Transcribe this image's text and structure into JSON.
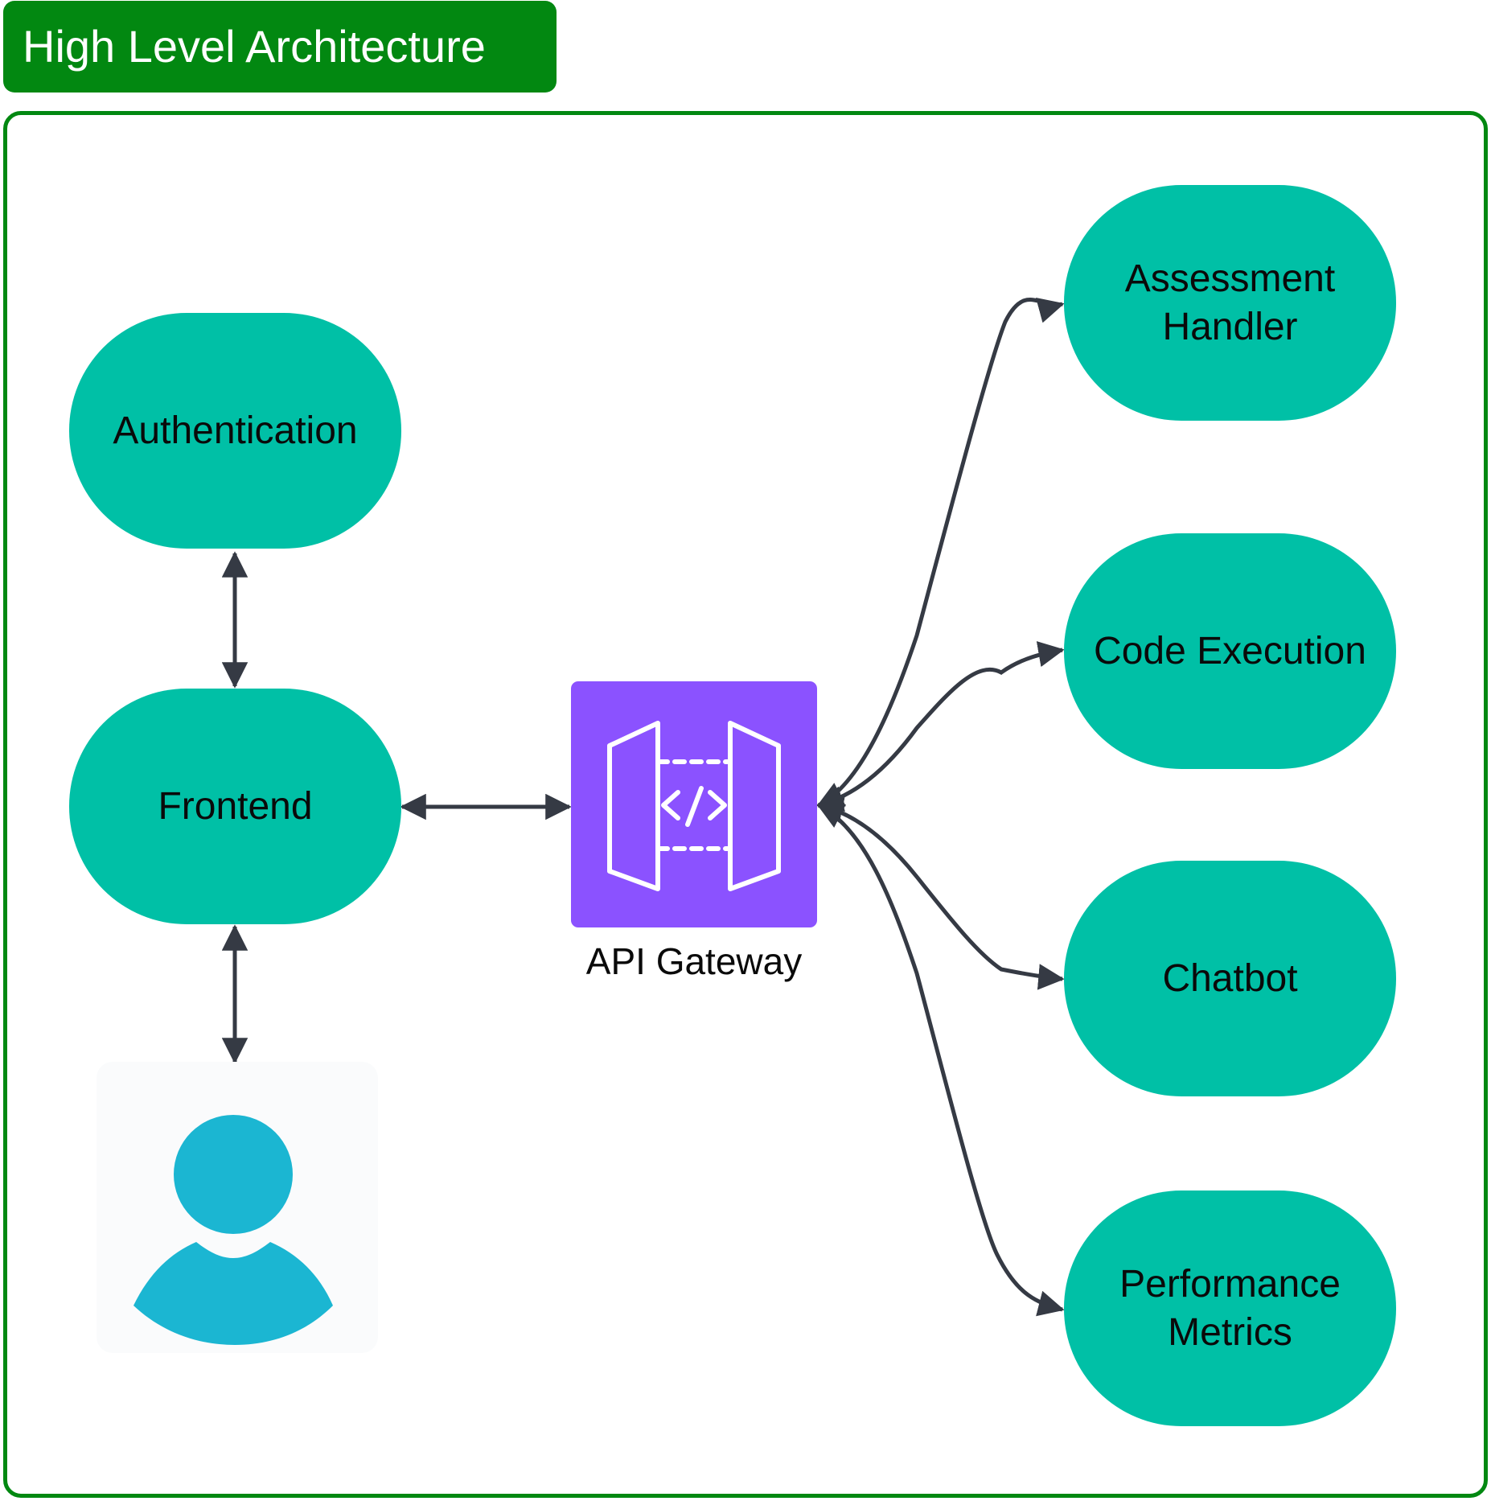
{
  "title": "High Level Architecture",
  "nodes": {
    "authentication": "Authentication",
    "frontend": "Frontend",
    "api_gateway": "API Gateway",
    "assessment_handler": "Assessment\nHandler",
    "code_execution": "Code Execution",
    "chatbot": "Chatbot",
    "performance_metrics": "Performance\nMetrics"
  },
  "icons": {
    "gateway": "api-gateway-icon",
    "user": "user-icon"
  },
  "colors": {
    "frame": "#028811",
    "node_fill": "#00c0a6",
    "gateway_fill": "#8b52ff",
    "user_fill": "#1bb6d2",
    "edge": "#353a44"
  },
  "edges": [
    {
      "from": "Authentication",
      "to": "Frontend",
      "direction": "both"
    },
    {
      "from": "Frontend",
      "to": "user",
      "direction": "both"
    },
    {
      "from": "Frontend",
      "to": "API Gateway",
      "direction": "both"
    },
    {
      "from": "API Gateway",
      "to": "Assessment Handler",
      "direction": "both"
    },
    {
      "from": "API Gateway",
      "to": "Code Execution",
      "direction": "both"
    },
    {
      "from": "API Gateway",
      "to": "Chatbot",
      "direction": "both"
    },
    {
      "from": "API Gateway",
      "to": "Performance Metrics",
      "direction": "both"
    }
  ]
}
